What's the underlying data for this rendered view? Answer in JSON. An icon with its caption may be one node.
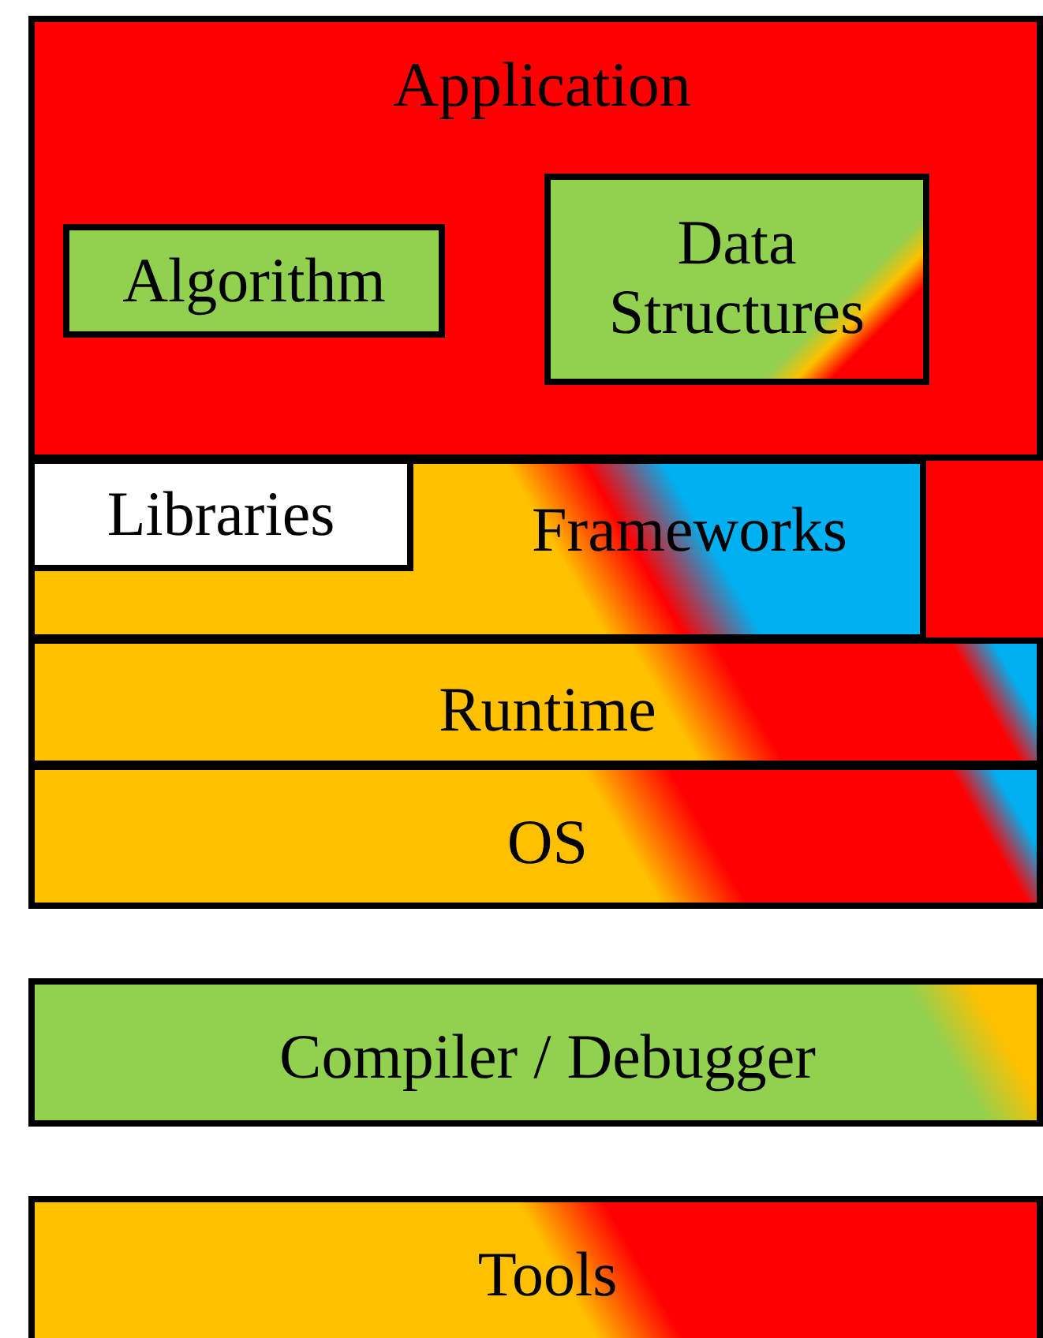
{
  "diagram": {
    "nodes": [
      {
        "text": [
          "Application"
        ]
      },
      {
        "text": [
          "Algorithm"
        ],
        "in": 0
      },
      {
        "text": [
          "Data Structures"
        ],
        "in": 0
      },
      {
        "text": [
          "Frameworks"
        ]
      },
      {
        "text": [
          "Libraries"
        ],
        "in": 3
      },
      {
        "text": [
          "Runtime"
        ]
      },
      {
        "text": [
          "OS"
        ]
      },
      {
        "text": [
          "Compiler / Debugger"
        ]
      },
      {
        "text": [
          "Tools"
        ]
      }
    ]
  }
}
